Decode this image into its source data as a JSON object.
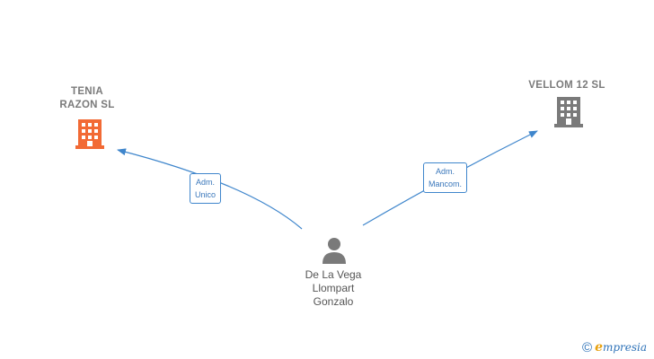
{
  "nodes": {
    "company_left": {
      "name": "TENIA\nRAZON  SL",
      "color": "#f26a35"
    },
    "company_right": {
      "name": "VELLOM 12 SL",
      "color": "#7a7a7a"
    },
    "person": {
      "name_lines": [
        "De La Vega",
        "Llompart",
        "Gonzalo"
      ],
      "color": "#7a7a7a"
    }
  },
  "edges": {
    "left": {
      "label_lines": [
        "Adm.",
        "Unico"
      ]
    },
    "right": {
      "label_lines": [
        "Adm.",
        "Mancom."
      ]
    }
  },
  "edge_color": "#3f86cc",
  "brand": {
    "copyright": "©",
    "initial": "e",
    "rest": "mpresia"
  }
}
